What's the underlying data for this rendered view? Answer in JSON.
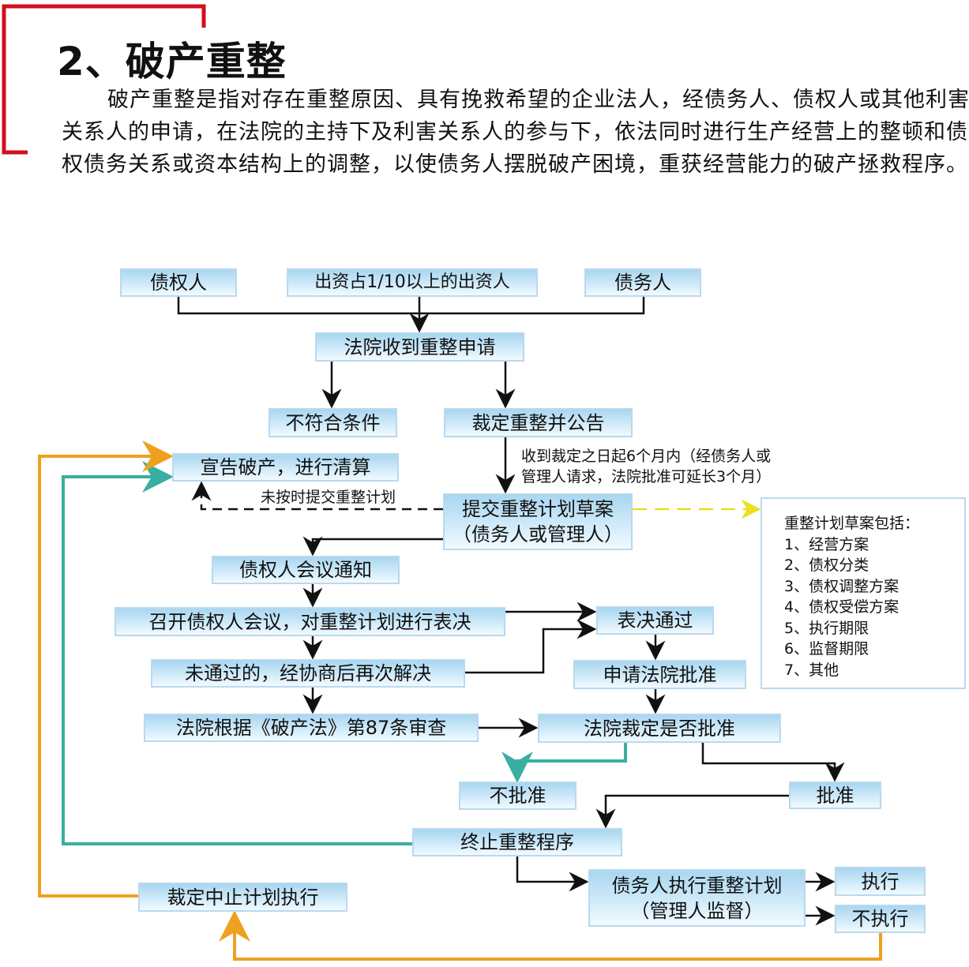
{
  "heading": {
    "title": "2、破产重整",
    "paragraph": "破产重整是指对存在重整原因、具有挽救希望的企业法人，经债务人、债权人或其他利害关系人的申请，在法院的主持下及利害关系人的参与下，依法同时进行生产经营上的整顿和债权债务关系或资本结构上的调整，以使债务人摆脱破产困境，重获经营能力的破产拯救程序。"
  },
  "nodes": {
    "creditor": "债权人",
    "investor": "出资占1/10以上的出资人",
    "debtor": "债务人",
    "court_receive": "法院收到重整申请",
    "not_qualified": "不符合条件",
    "ruling": "裁定重整并公告",
    "bankruptcy": "宣告破产，进行清算",
    "submit_plan_1": "提交重整计划草案",
    "submit_plan_2": "（债务人或管理人）",
    "meeting_notice": "债权人会议通知",
    "meeting_vote": "召开债权人会议，对重整计划进行表决",
    "vote_passed": "表决通过",
    "revote": "未通过的，经协商后再次解决",
    "apply_court": "申请法院批准",
    "court_review": "法院根据《破产法》第87条审查",
    "court_decide": "法院裁定是否批准",
    "not_approved": "不批准",
    "approved": "批准",
    "terminate": "终止重整程序",
    "suspend": "裁定中止计划执行",
    "execute_1": "债务人执行重整计划",
    "execute_2": "（管理人监督）",
    "executed": "执行",
    "not_executed": "不执行"
  },
  "labels": {
    "deadline_1": "收到裁定之日起6个月内（经债务人或",
    "deadline_2": "管理人请求，法院批准可延长3个月）",
    "late": "未按时提交重整计划"
  },
  "plan_contents": {
    "title": "重整计划草案包括：",
    "items": [
      "1、经营方案",
      "2、债权分类",
      "3、债权调整方案",
      "4、债权受偿方案",
      "5、执行期限",
      "6、监督期限",
      "7、其他"
    ]
  },
  "colors": {
    "frame": "#d0101c",
    "orange": "#f0a020",
    "teal": "#3aaea0",
    "yellow": "#e8e020"
  }
}
